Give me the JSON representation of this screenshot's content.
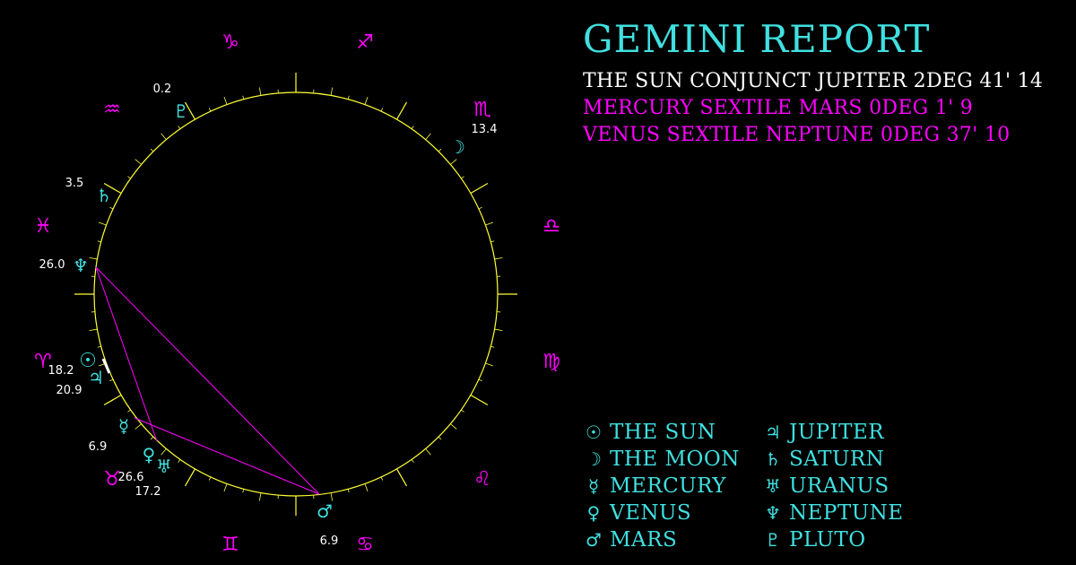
{
  "report": {
    "title": "GEMINI REPORT",
    "aspects": [
      {
        "text": "THE SUN CONJUNCT JUPITER 2DEG 41' 14",
        "color": "#FFFFFF"
      },
      {
        "text": "MERCURY SEXTILE MARS 0DEG 1' 9",
        "color": "#FF00FF"
      },
      {
        "text": "VENUS SEXTILE NEPTUNE 0DEG 37' 10",
        "color": "#FF00FF"
      }
    ]
  },
  "legend": [
    {
      "glyph": "☉",
      "label": "THE SUN",
      "icon": "sun-icon"
    },
    {
      "glyph": "☽",
      "label": "THE MOON",
      "icon": "moon-icon"
    },
    {
      "glyph": "☿",
      "label": "MERCURY",
      "icon": "mercury-icon"
    },
    {
      "glyph": "♀",
      "label": "VENUS",
      "icon": "venus-icon"
    },
    {
      "glyph": "♂",
      "label": "MARS",
      "icon": "mars-icon"
    },
    {
      "glyph": "♃",
      "label": "JUPITER",
      "icon": "jupiter-icon"
    },
    {
      "glyph": "♄",
      "label": "SATURN",
      "icon": "saturn-icon"
    },
    {
      "glyph": "♅",
      "label": "URANUS",
      "icon": "uranus-icon"
    },
    {
      "glyph": "♆",
      "label": "NEPTUNE",
      "icon": "neptune-icon"
    },
    {
      "glyph": "♇",
      "label": "PLUTO",
      "icon": "pluto-icon"
    }
  ],
  "wheel": {
    "signs": [
      {
        "glyph": "♑",
        "name": "capricorn"
      },
      {
        "glyph": "♐",
        "name": "sagittarius"
      },
      {
        "glyph": "♏",
        "name": "scorpio"
      },
      {
        "glyph": "♎",
        "name": "libra"
      },
      {
        "glyph": "♍",
        "name": "virgo"
      },
      {
        "glyph": "♌",
        "name": "leo"
      },
      {
        "glyph": "♋",
        "name": "cancer"
      },
      {
        "glyph": "♊",
        "name": "gemini"
      },
      {
        "glyph": "♉",
        "name": "taurus"
      },
      {
        "glyph": "♈",
        "name": "aries"
      },
      {
        "glyph": "♓",
        "name": "pisces"
      },
      {
        "glyph": "♒",
        "name": "aquarius"
      }
    ],
    "planets": [
      {
        "name": "pluto",
        "glyph": "♇",
        "degree": "0.2"
      },
      {
        "name": "moon",
        "glyph": "☽",
        "degree": "13.4"
      },
      {
        "name": "saturn",
        "glyph": "♄",
        "degree": "3.5"
      },
      {
        "name": "neptune",
        "glyph": "♆",
        "degree": "26.0"
      },
      {
        "name": "sun",
        "glyph": "☉",
        "degree": "18.2"
      },
      {
        "name": "jupiter",
        "glyph": "♃",
        "degree": "20.9"
      },
      {
        "name": "mercury",
        "glyph": "☿",
        "degree": "6.9"
      },
      {
        "name": "venus",
        "glyph": "♀",
        "degree": "26.6"
      },
      {
        "name": "uranus",
        "glyph": "♅",
        "degree": "17.2"
      },
      {
        "name": "mars",
        "glyph": "♂",
        "degree": "6.9"
      }
    ]
  },
  "colors": {
    "background": "#000000",
    "title": "#40E0E0",
    "report_text": "#FFFFFF",
    "accent_magenta": "#FF00FF",
    "planet_cyan": "#40E0E0",
    "wheel_circle": "#FFFF33",
    "degree_text": "#FFFFFF"
  }
}
